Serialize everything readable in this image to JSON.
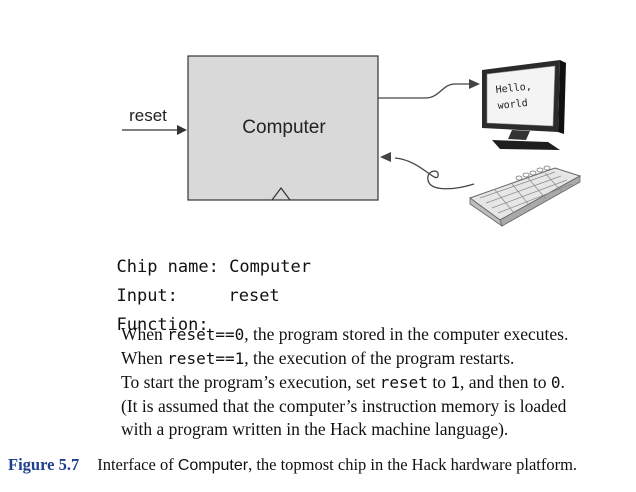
{
  "diagram": {
    "chip_label": "Computer",
    "input_label": "reset",
    "screen_line1": "Hello,",
    "screen_line2": "world"
  },
  "spec": {
    "chip_name_key": "Chip name:",
    "chip_name_value": "Computer",
    "input_key": "Input:",
    "input_value": "reset",
    "function_key": "Function:",
    "lines": [
      {
        "pre": "When ",
        "code": "reset==0",
        "post": ", the program stored in the computer executes."
      },
      {
        "pre": "When ",
        "code": "reset==1",
        "post": ", the execution of the program restarts."
      },
      {
        "pre": "To start the program’s execution, set ",
        "code": "reset",
        "mid": " to ",
        "code2": "1",
        "post": ", and then to ",
        "code3": "0",
        "end": "."
      },
      {
        "text": "(It is assumed that the computer’s instruction memory is loaded"
      },
      {
        "text": "with a program written in the Hack machine language)."
      }
    ]
  },
  "caption": {
    "figure_label": "Figure 5.7",
    "pre": "Interface of ",
    "chip": "Computer",
    "post": ", the topmost chip in the Hack hardware platform."
  }
}
